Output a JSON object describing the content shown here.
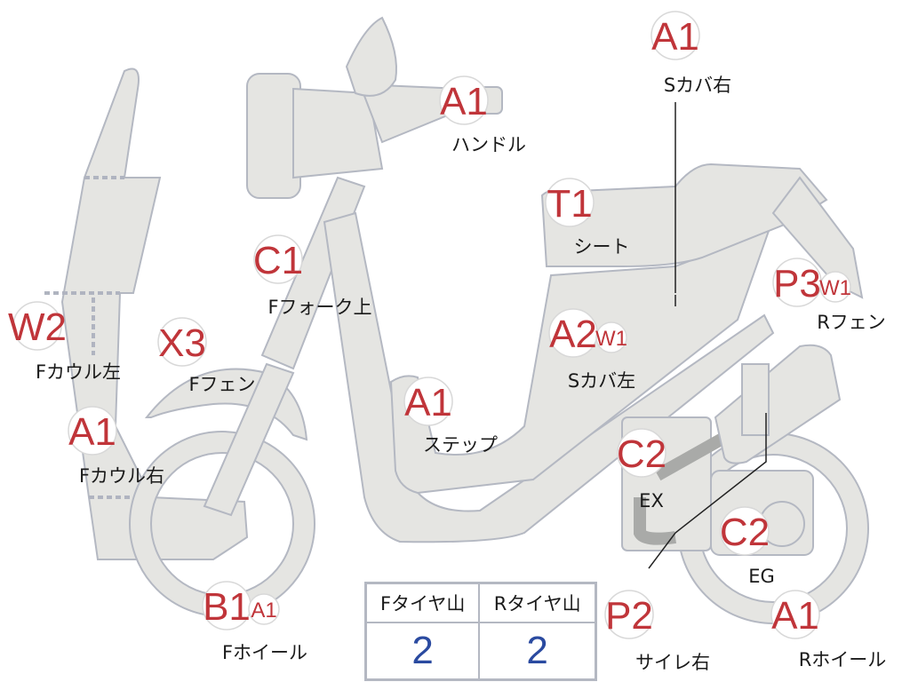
{
  "colors": {
    "code": "#c0353a",
    "tire_value": "#2a4aa0",
    "part_fill": "#e5e5e2",
    "part_stroke": "#b4b8c2"
  },
  "labels": [
    {
      "part": "Sカバ右",
      "grades": [
        "A1"
      ]
    },
    {
      "part": "ハンドル",
      "grades": [
        "A1"
      ]
    },
    {
      "part": "シート",
      "grades": [
        "T1"
      ]
    },
    {
      "part": "Fフォーク上",
      "grades": [
        "C1"
      ]
    },
    {
      "part": "Rフェン",
      "grades": [
        "P3",
        "W1"
      ]
    },
    {
      "part": "Fカウル左",
      "grades": [
        "W2"
      ]
    },
    {
      "part": "Fフェン",
      "grades": [
        "X3"
      ]
    },
    {
      "part": "Sカバ左",
      "grades": [
        "A2",
        "W1"
      ]
    },
    {
      "part": "ステップ",
      "grades": [
        "A1"
      ]
    },
    {
      "part": "Fカウル右",
      "grades": [
        "A1"
      ]
    },
    {
      "part": "EX",
      "grades": [
        "C2"
      ]
    },
    {
      "part": "EG",
      "grades": [
        "C2"
      ]
    },
    {
      "part": "Fホイール",
      "grades": [
        "B1",
        "A1"
      ]
    },
    {
      "part": "サイレ右",
      "grades": [
        "P2"
      ]
    },
    {
      "part": "Rホイール",
      "grades": [
        "A1"
      ]
    }
  ],
  "tire_table": {
    "headers": [
      "Fタイヤ山",
      "Rタイヤ山"
    ],
    "values": [
      "2",
      "2"
    ]
  }
}
